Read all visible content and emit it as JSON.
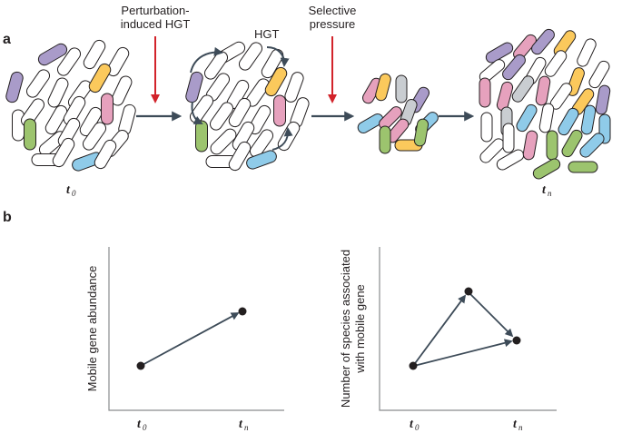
{
  "panel_a": {
    "label": "a",
    "annotations": {
      "perturbation_line1": "Perturbation-",
      "perturbation_line2": "induced HGT",
      "hgt": "HGT",
      "selective_line1": "Selective",
      "selective_line2": "pressure"
    },
    "time_start": {
      "main": "t",
      "sub": "0"
    },
    "time_end": {
      "main": "t",
      "sub": "n"
    }
  },
  "panel_b": {
    "label": "b",
    "left_plot": {
      "ylabel": "Mobile gene abundance",
      "xticks": [
        {
          "main": "t",
          "sub": "0"
        },
        {
          "main": "t",
          "sub": "n"
        }
      ]
    },
    "right_plot": {
      "ylabel_line1": "Number of species associated",
      "ylabel_line2": "with mobile gene",
      "xticks": [
        {
          "main": "t",
          "sub": "0"
        },
        {
          "main": "t",
          "sub": "n"
        }
      ]
    }
  },
  "colors": {
    "purple": "#a99bc9",
    "yellow": "#fbc95c",
    "pink": "#e6a1bd",
    "green": "#9cc46e",
    "blue": "#8fcbe9",
    "grey": "#c9cdd1",
    "outline": "#231f20",
    "red_arrow": "#d2232a",
    "flow_arrow": "#3d4b58"
  }
}
